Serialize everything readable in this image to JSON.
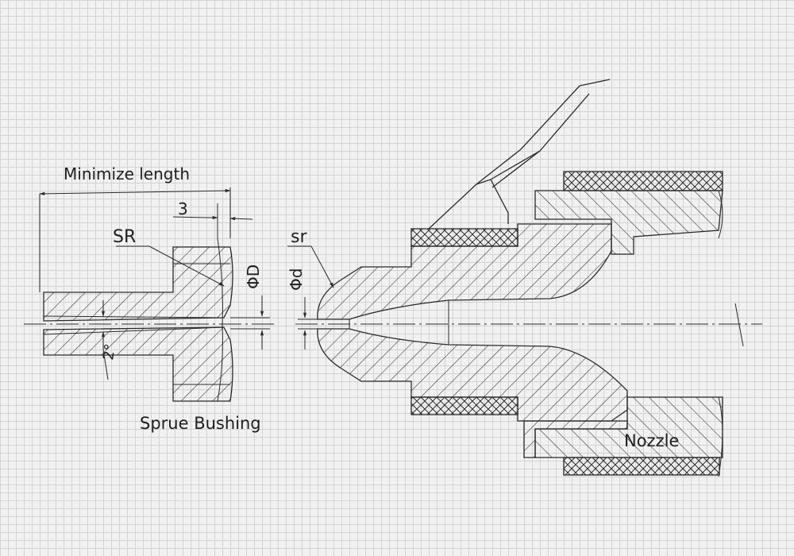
{
  "title": "",
  "labels": {
    "minimize_length": "Minimize length",
    "dim_3": "3",
    "sr_big": "SR",
    "phi_D": "ΦD",
    "phi_d": "Φd",
    "sr_small": "sr",
    "angle_2": "2°",
    "sprue_bushing": "Sprue Bushing",
    "nozzle": "Nozzle"
  },
  "colors": {
    "background": "#f1f1f1",
    "grid": "#d3d3d3",
    "ink": "#2a2a2a"
  }
}
